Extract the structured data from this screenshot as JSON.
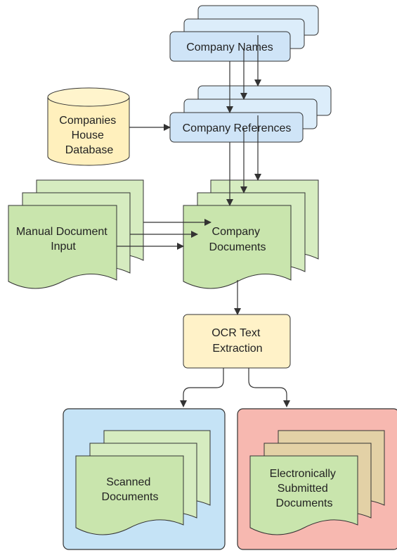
{
  "nodes": {
    "company_names": {
      "label": "Company Names",
      "fill": "#cfe4f7",
      "back_fill": "#dcedfa"
    },
    "company_references": {
      "label": "Company References",
      "fill": "#cfe4f7",
      "back_fill": "#dcedfa"
    },
    "companies_house_db": {
      "lines": [
        "Companies",
        "House",
        "Database"
      ],
      "fill": "#fff0bd",
      "top_fill": "#fff4cc"
    },
    "manual_input": {
      "lines": [
        "Manual Document",
        "Input"
      ],
      "fill": "#c9e5ad",
      "back_fill": "#d6ecc0"
    },
    "company_documents": {
      "lines": [
        "Company",
        "Documents"
      ],
      "fill": "#c9e5ad",
      "back_fill": "#d6ecc0"
    },
    "ocr": {
      "lines": [
        "OCR Text",
        "Extraction"
      ],
      "fill": "#fff2c8"
    },
    "scanned": {
      "lines": [
        "Scanned",
        "Documents"
      ],
      "fill": "#c9e5ad",
      "back_fill": "#d6ecc0"
    },
    "electronic": {
      "lines": [
        "Electronically",
        "Submitted",
        "Documents"
      ],
      "fill": "#c9e5ad",
      "back_fill": "#e3d1a6"
    }
  },
  "containers": {
    "scanned_group": {
      "fill": "#c5e3f6"
    },
    "electronic_group": {
      "fill": "#f7b8b0"
    }
  },
  "colors": {
    "stroke": "#333333",
    "edge": "#333333",
    "text": "#222222"
  }
}
